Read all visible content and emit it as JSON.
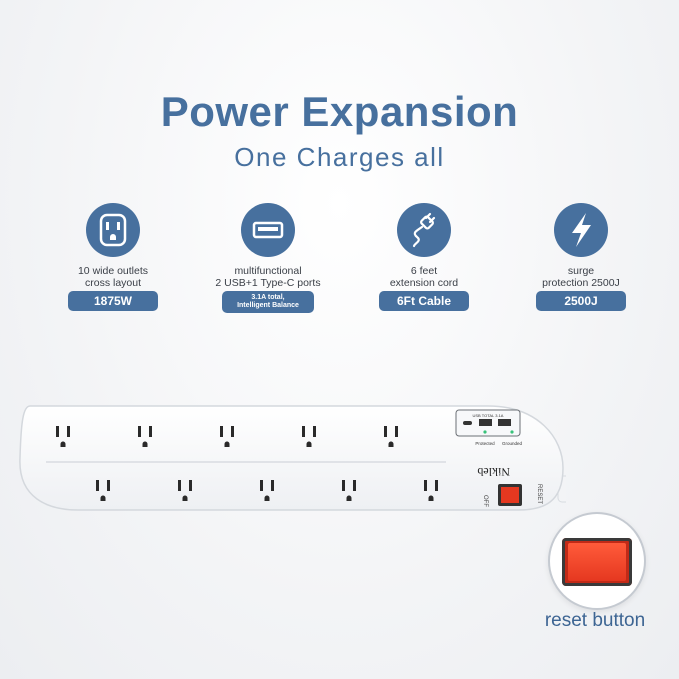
{
  "header": {
    "title": "Power Expansion",
    "subtitle": "One Charges all"
  },
  "features": [
    {
      "icon": "outlet-icon",
      "line1": "10 wide outlets",
      "line2": "cross layout",
      "badge": "1875W"
    },
    {
      "icon": "usb-port-icon",
      "line1": "multifunctional",
      "line2": "2 USB+1 Type-C ports",
      "badge_line1": "3.1A total,",
      "badge_line2": "Intelligent Balance"
    },
    {
      "icon": "plug-cord-icon",
      "line1": "6 feet",
      "line2": "extension cord",
      "badge": "6Ft Cable"
    },
    {
      "icon": "lightning-icon",
      "line1": "surge",
      "line2": "protection 2500J",
      "badge": "2500J"
    }
  ],
  "product": {
    "usb_panel_label": "USB TOTAL 3.1A",
    "protected_label": "Protected",
    "grounded_label": "Grounded",
    "brand": "Nikleb",
    "off_label": "OFF",
    "reset_label": "RESET",
    "outlet_count_top": 5,
    "outlet_count_bottom": 5
  },
  "callout": {
    "label": "reset button"
  },
  "colors": {
    "accent": "#47709e",
    "switch": "#e53820"
  }
}
